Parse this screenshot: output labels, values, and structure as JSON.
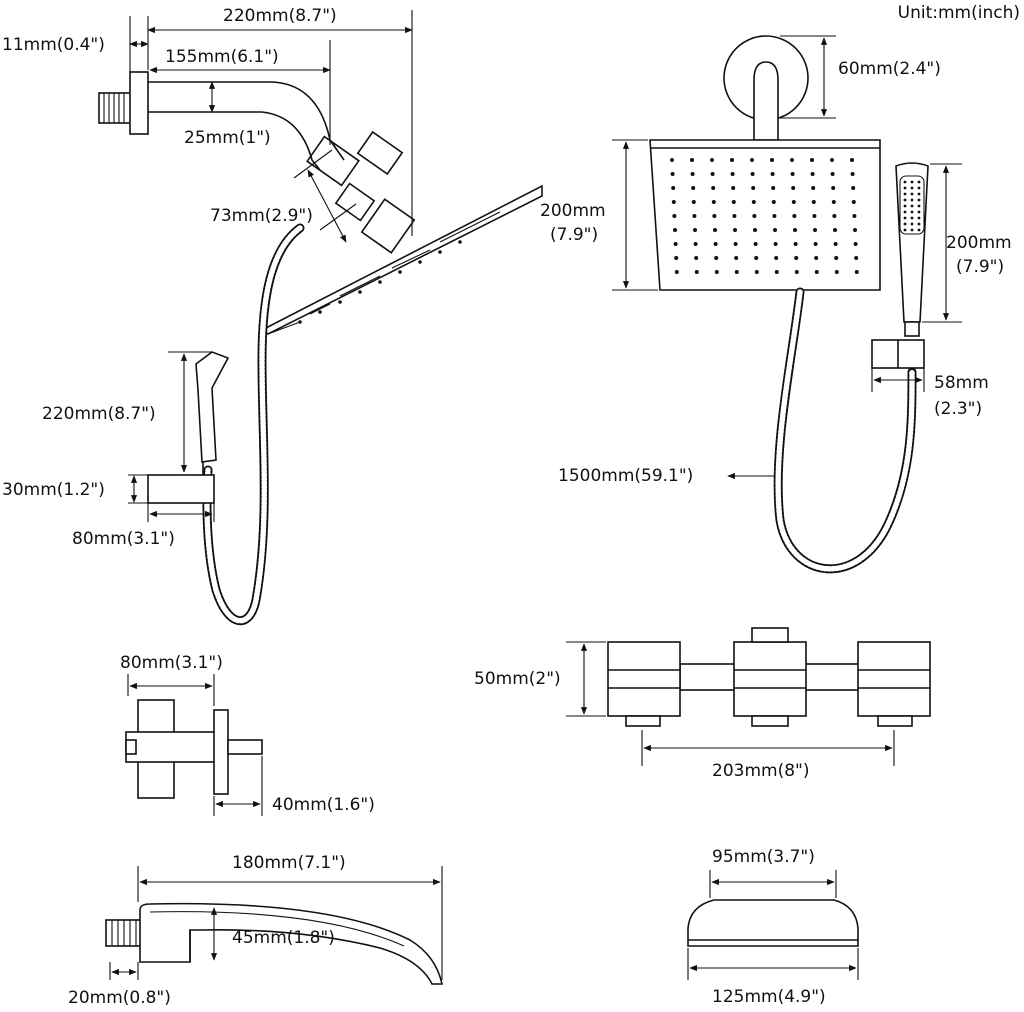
{
  "unit_label": "Unit:mm(inch)",
  "dimensions": {
    "arm_total": "220mm(8.7\")",
    "flange_thickness": "11mm(0.4\")",
    "arm_reach": "155mm(6.1\")",
    "arm_drop": "25mm(1\")",
    "diverter_length": "73mm(2.9\")",
    "handheld_length_side": "220mm(8.7\")",
    "holder_height": "30mm(1.2\")",
    "holder_width": "80mm(3.1\")",
    "flange_diameter": "60mm(2.4\")",
    "head_height_a": "200mm",
    "head_height_b": "(7.9\")",
    "handheld_height_a": "200mm",
    "handheld_height_b": "(7.9\")",
    "holder_front_a": "58mm",
    "holder_front_b": "(2.3\")",
    "hose_length": "1500mm(59.1\")",
    "handle_width": "80mm(3.1\")",
    "handle_stem": "40mm(1.6\")",
    "valve_height": "50mm(2\")",
    "valve_spacing": "203mm(8\")",
    "spout_length": "180mm(7.1\")",
    "spout_height": "45mm(1.8\")",
    "spout_thread": "20mm(0.8\")",
    "escutcheon_top": "95mm(3.7\")",
    "escutcheon_bottom": "125mm(4.9\")"
  }
}
